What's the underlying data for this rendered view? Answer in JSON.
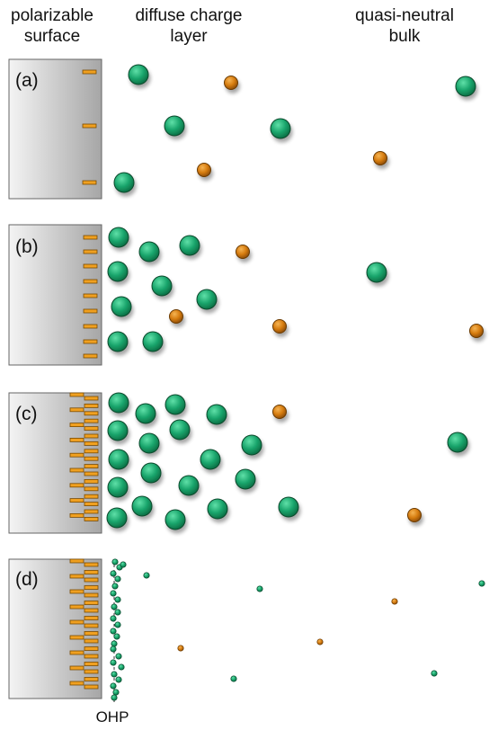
{
  "headers": {
    "surface": [
      "polarizable",
      "surface"
    ],
    "diffuse": [
      "diffuse charge",
      "layer"
    ],
    "bulk": [
      "quasi-neutral",
      "bulk"
    ]
  },
  "panels": [
    {
      "label": "(a)"
    },
    {
      "label": "(b)"
    },
    {
      "label": "(c)"
    },
    {
      "label": "(d)"
    }
  ],
  "ohp_label": "OHP",
  "colors": {
    "counter_ion": "#1a9e6a",
    "co_ion": "#d4800f",
    "surface_charge": "#f0a020",
    "electrode_light": "#f2f2f2",
    "electrode_dark": "#a8a8a8"
  }
}
